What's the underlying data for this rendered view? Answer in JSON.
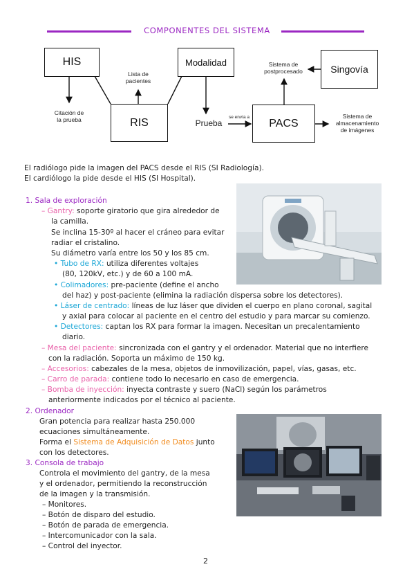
{
  "header": {
    "title": "COMPONENTES DEL SISTEMA"
  },
  "diagram": {
    "his": "HIS",
    "ris": "RIS",
    "modalidad": "Modalidad",
    "pacs": "PACS",
    "singovia": "Singovía",
    "lista": [
      "Lista de",
      "pacientes"
    ],
    "citacion": [
      "Citación de",
      "la prueba"
    ],
    "prueba": "Prueba",
    "se_envia": "se envía a",
    "postprocesado": [
      "Sistema de",
      "postprocesado"
    ],
    "almacenamiento": [
      "Sistema de",
      "almacenamiento",
      "de imágenes"
    ]
  },
  "intro": [
    "El radiólogo pide la imagen del PACS desde el RIS (SI Radiología).",
    "El cardiólogo la pide desde el HIS (SI Hospital)."
  ],
  "s1": {
    "heading": "1.   Sala de exploración",
    "gantry_label": "Gantry:",
    "gantry_text1": " soporte giratorio que gira alrededor de",
    "gantry_text2": "la camilla.",
    "inclina1": "Se inclina 15-30º al hacer el cráneo para evitar",
    "inclina2": "radiar el cristalino.",
    "diametro": "Su diámetro varía entre los 50 y los 85 cm.",
    "tubo_label": "Tubo de RX:",
    "tubo_text1": " utiliza diferentes voltajes",
    "tubo_text2": "(80, 120kV, etc.) y de 60 a 100 mA.",
    "colim_label": "Colimadores:",
    "colim_text1": " pre-paciente (define el ancho",
    "colim_text2": "del haz) y post-paciente (elimina la radiación dispersa sobre los detectores).",
    "laser_label": "Láser de centrado:",
    "laser_text1": " líneas de luz láser que dividen el cuerpo en plano coronal, sagital",
    "laser_text2": "y axial para colocar al paciente en el centro del estudio y para marcar su comienzo.",
    "detect_label": "Detectores:",
    "detect_text1": " captan los RX para formar la imagen. Necesitan un precalentamiento",
    "detect_text2": "diario.",
    "mesa_label": "Mesa del paciente:",
    "mesa_text1": " sincronizada con el gantry y el ordenador. Material que no interfiere",
    "mesa_text2": "con la radiación. Soporta un máximo de 150 kg.",
    "acc_label": "Accesorios:",
    "acc_text": " cabezales de la mesa, objetos de inmovilización, papel, vías, gasas, etc.",
    "carro_label": "Carro de parada:",
    "carro_text": " contiene todo lo necesario en caso de emergencia.",
    "bomba_label": "Bomba de inyección:",
    "bomba_text1": " inyecta contraste y suero (NaCl) según los parámetros",
    "bomba_text2": "anteriormente indicados por el técnico al paciente."
  },
  "s2": {
    "heading": "2.   Ordenador",
    "l1": "Gran potencia para realizar hasta 250.000",
    "l2": "ecuaciones simultáneamente.",
    "l3a": "Forma el ",
    "l3b": "Sistema de Adquisición de Datos",
    "l3c": " junto",
    "l4": "con los detectores."
  },
  "s3": {
    "heading": "3.   Consola de trabajo",
    "l1": "Controla el movimiento del gantry, de la mesa",
    "l2": "y el ordenador, permitiendo la reconstrucción",
    "l3": "de la imagen y la transmisión.",
    "items": [
      "Monitores.",
      "Botón de disparo del estudio.",
      "Botón de parada de emergencia.",
      "Intercomunicador con la sala.",
      "Control del inyector."
    ]
  },
  "footer": {
    "page_number": "2"
  },
  "colors": {
    "purple": "#9b27c2",
    "pink": "#e85fa8",
    "orange": "#f08a1c",
    "blue": "#1aa6d6"
  }
}
